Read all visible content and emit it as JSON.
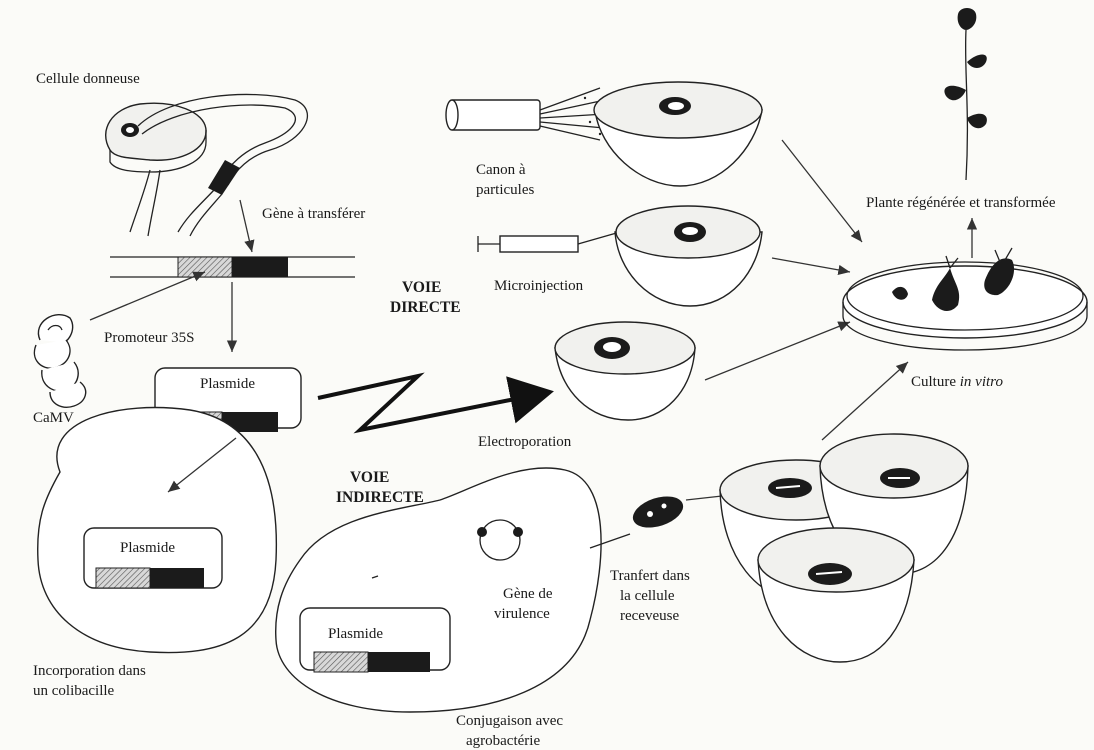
{
  "labels": {
    "donor_cell": "Cellule donneuse",
    "gene_to_transfer": "Gène à transférer",
    "promoter": "Promoteur 35S",
    "camv": "CaMV",
    "plasmid_1": "Plasmide",
    "plasmid_2": "Plasmide",
    "plasmid_3": "Plasmide",
    "direct_route_1": "VOIE",
    "direct_route_2": "DIRECTE",
    "indirect_route_1": "VOIE",
    "indirect_route_2": "INDIRECTE",
    "particle_gun_1": "Canon à",
    "particle_gun_2": "particules",
    "microinjection": "Microinjection",
    "electroporation": "Electroporation",
    "regenerated_plant": "Plante régénérée et transformée",
    "culture_prefix": "Culture ",
    "culture_italic": "in vitro",
    "incorporation_1": "Incorporation dans",
    "incorporation_2": "un colibacille",
    "virulence_1": "Gène de",
    "virulence_2": "virulence",
    "transfer_1": "Tranfert dans",
    "transfer_2": "la cellule",
    "transfer_3": "receveuse",
    "conjugation_1": "Conjugaison avec",
    "conjugation_2": "agrobactérie"
  }
}
